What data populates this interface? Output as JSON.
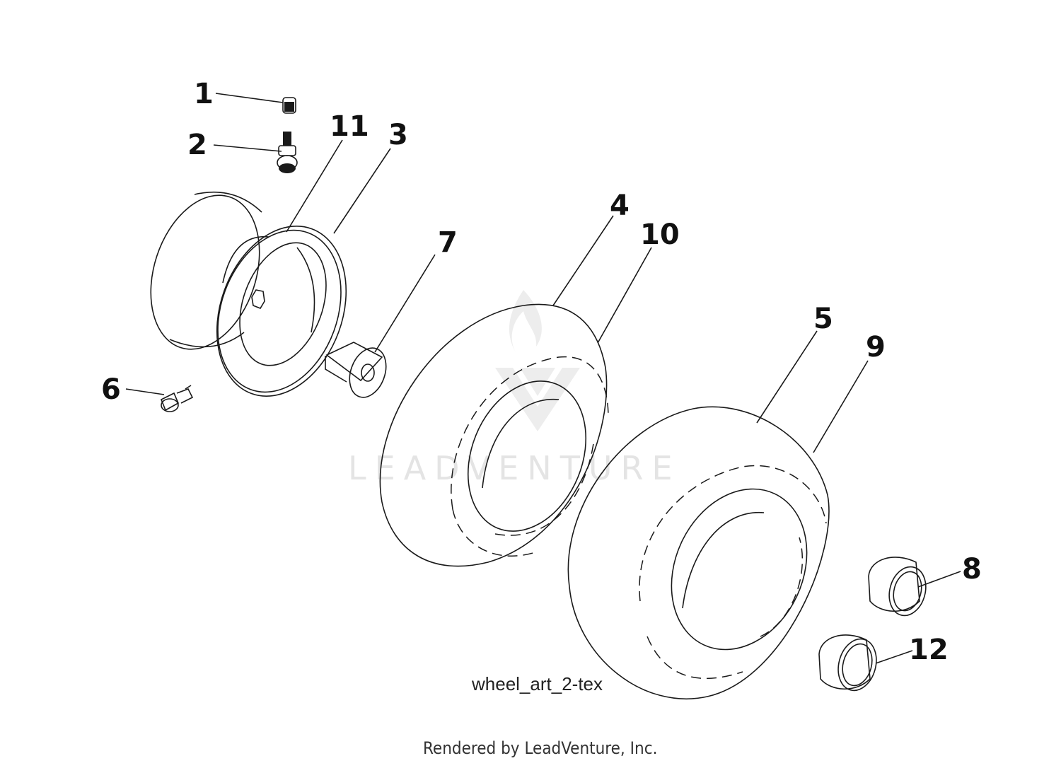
{
  "callouts": [
    "1",
    "2",
    "11",
    "3",
    "4",
    "10",
    "7",
    "6",
    "5",
    "9",
    "8",
    "12"
  ],
  "art_label": "wheel_art_2-tex",
  "credit": "Rendered by LeadVenture, Inc.",
  "watermark": "LEADVENTURE",
  "colors": {
    "line": "#1a1a1a",
    "watermark": "#cfcfcf",
    "background": "#ffffff"
  }
}
